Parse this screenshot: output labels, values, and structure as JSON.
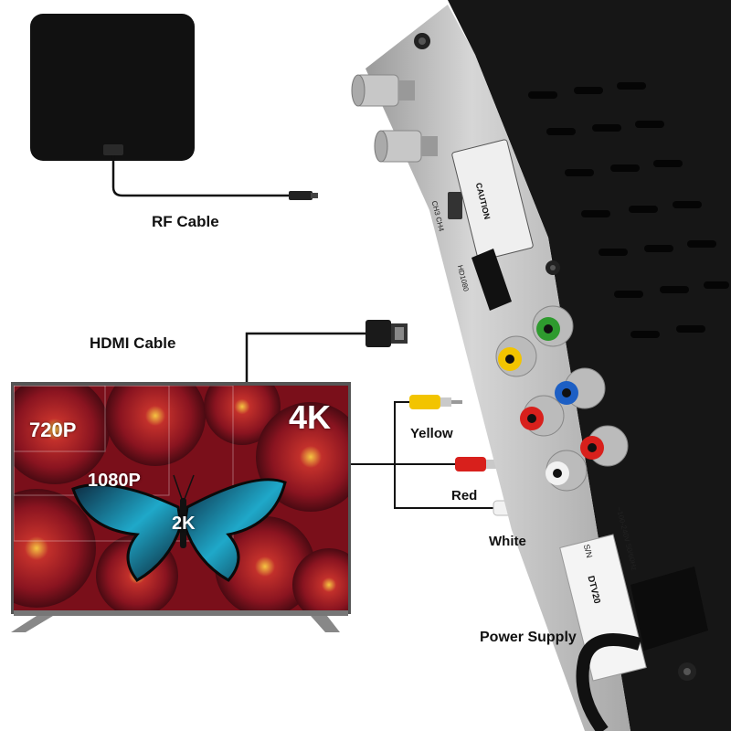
{
  "labels": {
    "rf_cable": "RF Cable",
    "hdmi_cable": "HDMI Cable",
    "yellow": "Yellow",
    "red": "Red",
    "white": "White",
    "power_supply": "Power Supply"
  },
  "tv_screen": {
    "res_720": "720P",
    "res_1080": "1080P",
    "res_2k": "2K",
    "res_4k": "4K"
  },
  "device_panel": {
    "caution": "CAUTION",
    "hdmi_port": "HD1080",
    "channel_switch": "CH3 CH4",
    "power_rating": "~100-240V 50/60Hz",
    "serial_label": "S/N",
    "model_label": "DTV20"
  },
  "colors": {
    "rca_yellow": "#f2c400",
    "rca_red": "#d8201c",
    "rca_white": "#f2f2f2",
    "component_green": "#2e9a2e",
    "component_blue": "#1d5fc4",
    "component_red": "#d8201c",
    "device_body": "#161616",
    "device_panel": "#c9c9c9"
  }
}
